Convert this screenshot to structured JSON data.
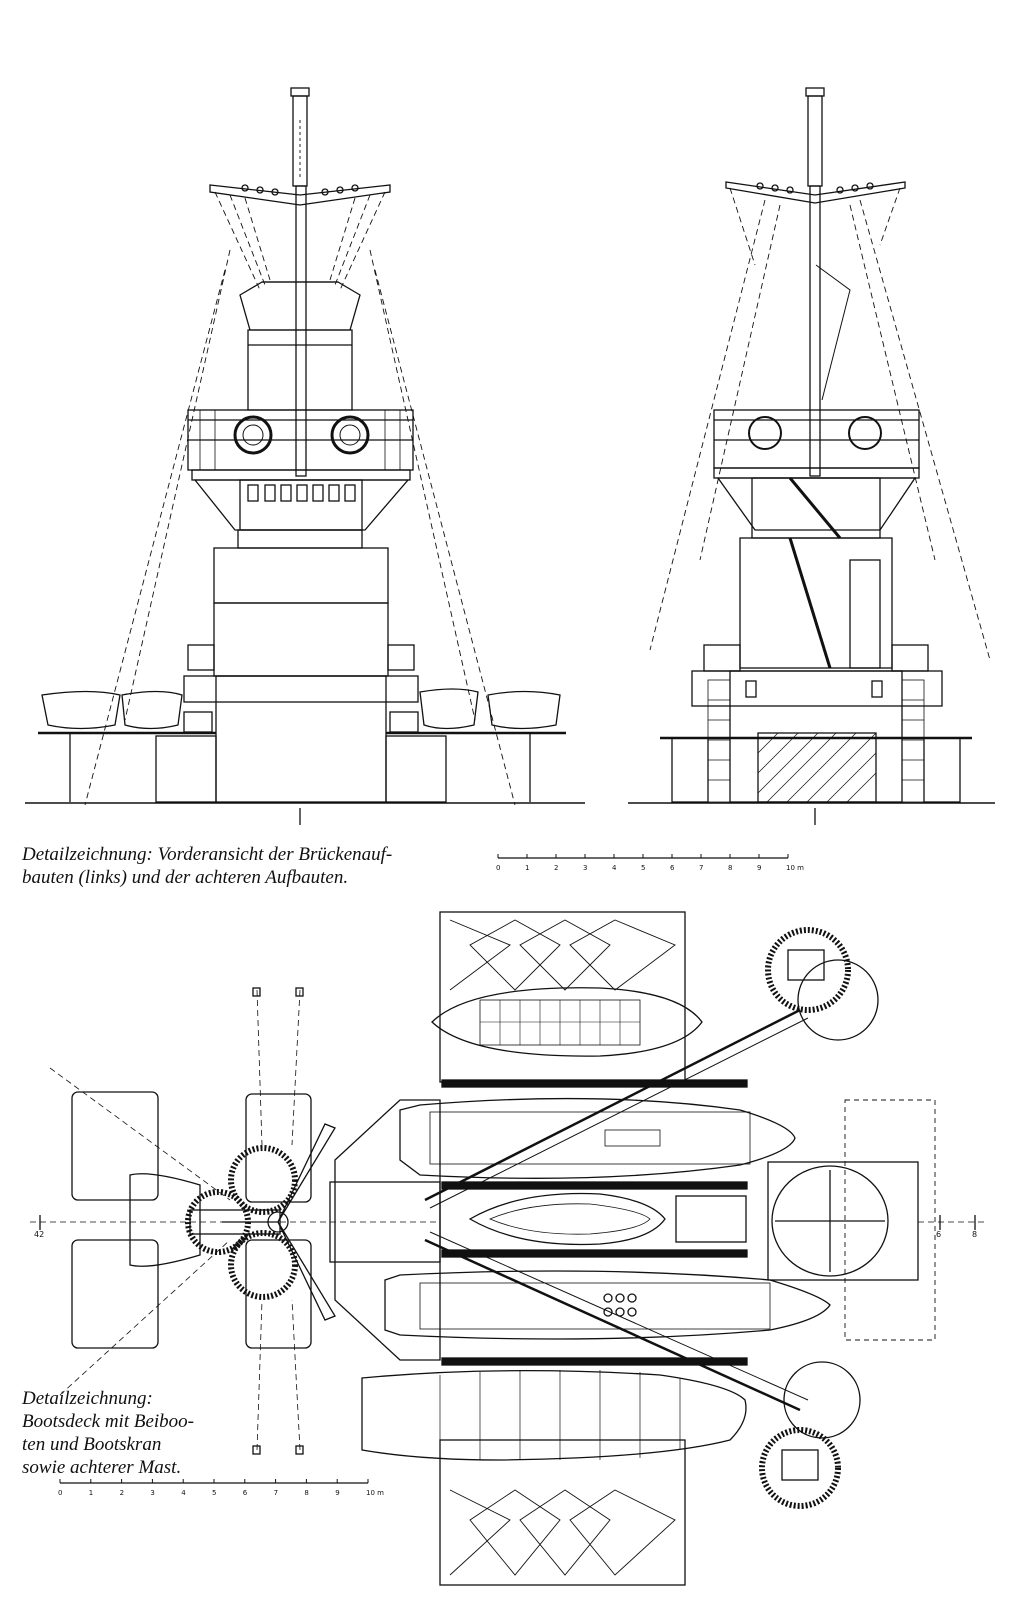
{
  "caption_top": {
    "line1": "Detailzeichnung: Vorderansicht der Brückenauf-",
    "line2": "bauten (links) und der achteren Aufbauten."
  },
  "caption_bottom": {
    "line1": "Detailzeichnung:",
    "line2": "Bootsdeck mit Beiboo-",
    "line3": "ten und Bootskran",
    "line4": "sowie achterer Mast."
  },
  "scale_top": {
    "ticks": [
      "0",
      "1",
      "2",
      "3",
      "4",
      "5",
      "6",
      "7",
      "8",
      "9",
      "10 m"
    ]
  },
  "scale_bottom": {
    "ticks": [
      "0",
      "1",
      "2",
      "3",
      "4",
      "5",
      "6",
      "7",
      "8",
      "9",
      "10 m"
    ]
  },
  "axis_markers": {
    "left": "42",
    "right_a": "6",
    "right_b": "8"
  },
  "colors": {
    "ink": "#111111",
    "paper": "#ffffff"
  }
}
